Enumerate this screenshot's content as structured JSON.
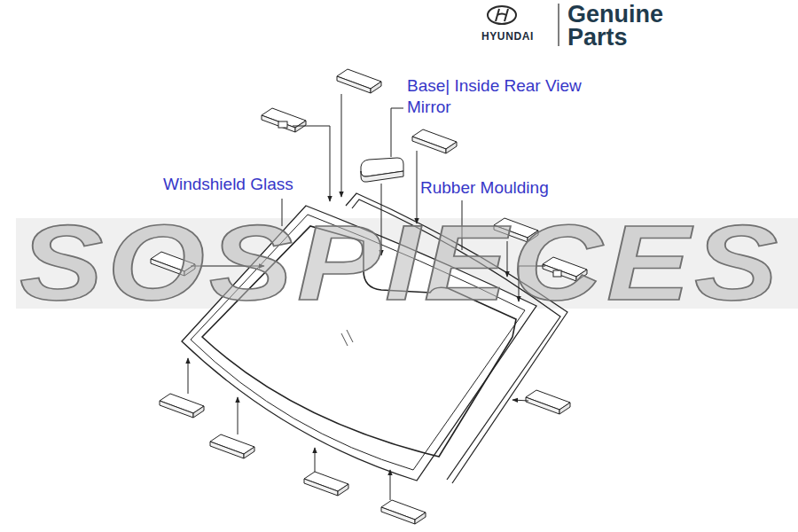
{
  "diagram": {
    "labels": [
      "HYUNDAI",
      "Genuine",
      "Parts",
      "Base| Inside Rear View Mirror",
      "Windshield Glass",
      "Rubber Moulding",
      "SOSPIECES"
    ]
  }
}
